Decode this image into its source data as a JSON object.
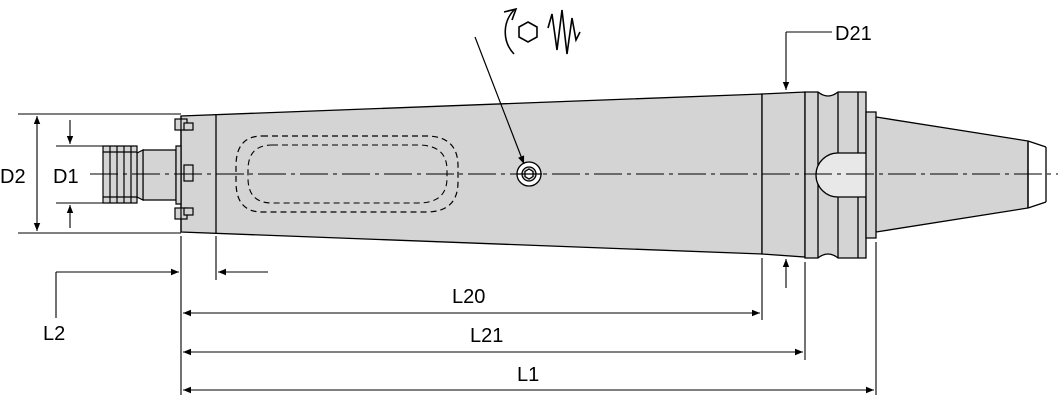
{
  "diagram": {
    "labels": {
      "d2": "D2",
      "d1": "D1",
      "d21": "D21",
      "l2": "L2",
      "l20": "L20",
      "l21": "L21",
      "l1": "L1"
    },
    "icons": [
      "rotate-arrow-icon",
      "hex-key-icon",
      "vibration-wave-icon"
    ],
    "colors": {
      "body_fill": "#d4d4d4",
      "line": "#000000",
      "background": "#ffffff"
    }
  }
}
